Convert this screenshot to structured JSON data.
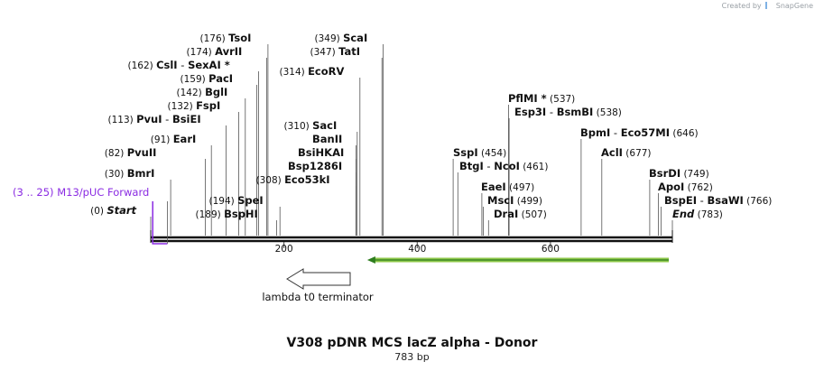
{
  "credit": {
    "text": "Created by",
    "brand": "SnapGene"
  },
  "map": {
    "title": "V308 pDNR MCS lacZ alpha - Donor",
    "length_label": "783 bp",
    "length": 783,
    "ticks": [
      {
        "pos": 200,
        "label": "200"
      },
      {
        "pos": 400,
        "label": "400"
      },
      {
        "pos": 600,
        "label": "600"
      }
    ],
    "labels": [
      {
        "pos": 0,
        "num": "(0)",
        "names": [
          "Start"
        ],
        "italic": true
      },
      {
        "pos": 30,
        "num": "(30)",
        "names": [
          "BmrI"
        ]
      },
      {
        "pos": 82,
        "num": "(82)",
        "names": [
          "PvuII"
        ]
      },
      {
        "pos": 91,
        "num": "(91)",
        "names": [
          "EarI"
        ]
      },
      {
        "pos": 113,
        "num": "(113)",
        "names": [
          "PvuI",
          "BsiEI"
        ]
      },
      {
        "pos": 132,
        "num": "(132)",
        "names": [
          "FspI"
        ]
      },
      {
        "pos": 142,
        "num": "(142)",
        "names": [
          "BglI"
        ]
      },
      {
        "pos": 159,
        "num": "(159)",
        "names": [
          "PacI"
        ]
      },
      {
        "pos": 162,
        "num": "(162)",
        "names": [
          "CslI",
          "SexAI *"
        ]
      },
      {
        "pos": 174,
        "num": "(174)",
        "names": [
          "AvrII"
        ]
      },
      {
        "pos": 176,
        "num": "(176)",
        "names": [
          "TsoI"
        ]
      },
      {
        "pos": 189,
        "num": "(189)",
        "names": [
          "BspHI"
        ]
      },
      {
        "pos": 194,
        "num": "(194)",
        "names": [
          "SpeI"
        ]
      },
      {
        "pos": 308,
        "num": "(308)",
        "names": [
          "Eco53kI"
        ]
      },
      {
        "pos": 308,
        "num": "",
        "names": [
          "Bsp1286I"
        ]
      },
      {
        "pos": 308,
        "num": "",
        "names": [
          "BsiHKAI"
        ]
      },
      {
        "pos": 308,
        "num": "",
        "names": [
          "BanII"
        ]
      },
      {
        "pos": 310,
        "num": "(310)",
        "names": [
          "SacI"
        ]
      },
      {
        "pos": 314,
        "num": "(314)",
        "names": [
          "EcoRV"
        ]
      },
      {
        "pos": 347,
        "num": "(347)",
        "names": [
          "TatI"
        ]
      },
      {
        "pos": 349,
        "num": "(349)",
        "names": [
          "ScaI"
        ]
      },
      {
        "pos": 454,
        "num": "(454)",
        "names": [
          "SspI"
        ]
      },
      {
        "pos": 461,
        "num": "(461)",
        "names": [
          "BtgI",
          "NcoI"
        ]
      },
      {
        "pos": 497,
        "num": "(497)",
        "names": [
          "EaeI"
        ]
      },
      {
        "pos": 499,
        "num": "(499)",
        "names": [
          "MscI"
        ]
      },
      {
        "pos": 507,
        "num": "(507)",
        "names": [
          "DraI"
        ]
      },
      {
        "pos": 537,
        "num": "(537)",
        "names": [
          "PflMI *"
        ]
      },
      {
        "pos": 538,
        "num": "(538)",
        "names": [
          "Esp3I",
          "BsmBI"
        ]
      },
      {
        "pos": 646,
        "num": "(646)",
        "names": [
          "BpmI",
          "Eco57MI"
        ]
      },
      {
        "pos": 677,
        "num": "(677)",
        "names": [
          "AclI"
        ]
      },
      {
        "pos": 749,
        "num": "(749)",
        "names": [
          "BsrDI"
        ]
      },
      {
        "pos": 762,
        "num": "(762)",
        "names": [
          "ApoI"
        ]
      },
      {
        "pos": 766,
        "num": "(766)",
        "names": [
          "BspEI",
          "BsaWI"
        ]
      },
      {
        "pos": 783,
        "num": "(783)",
        "names": [
          "End"
        ],
        "italic": true
      }
    ],
    "primer": {
      "range_label": "(3 .. 25)",
      "name": "M13/pUC Forward",
      "start": 3,
      "end": 25,
      "color": "#8a2be2"
    },
    "feature": {
      "name": "lambda t0 terminator",
      "start": 325,
      "end": 783,
      "color": "#8ec74a",
      "dark": "#2e7d1e"
    },
    "colors": {
      "backbone": "#111111",
      "tick_line": "#444444"
    }
  }
}
